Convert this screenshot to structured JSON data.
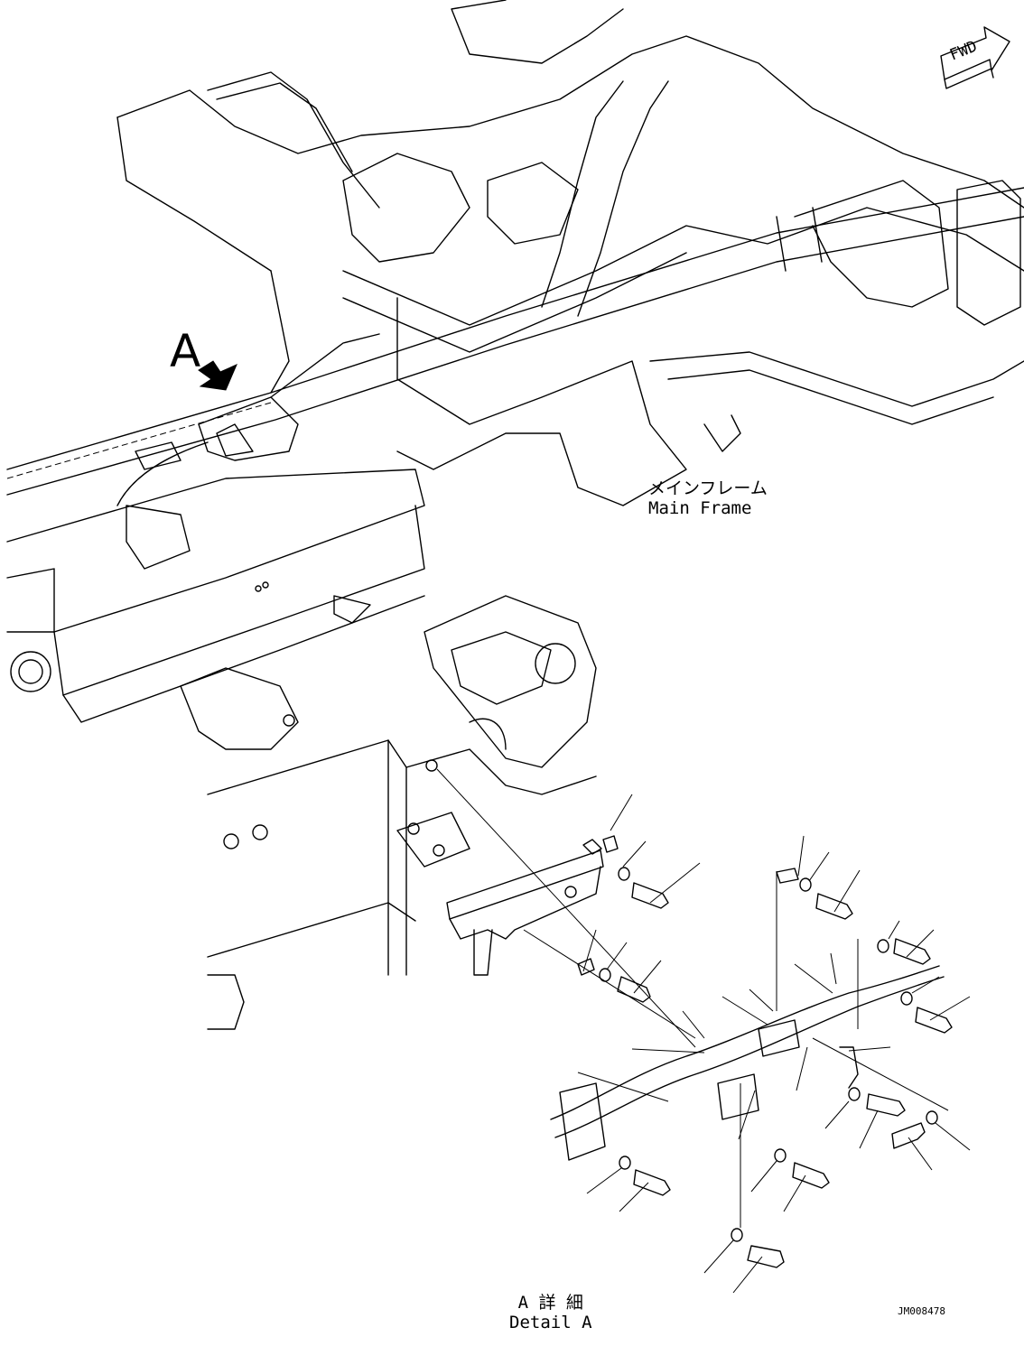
{
  "orientation": {
    "label": "FWD",
    "icon": "forward-arrow-icon"
  },
  "callout": {
    "letter": "A"
  },
  "main_frame": {
    "label_jp": "メインフレーム",
    "label_en": "Main Frame"
  },
  "detail": {
    "label_jp": "A 詳 細",
    "label_en": "Detail A"
  },
  "drawing_code": "JM008478"
}
